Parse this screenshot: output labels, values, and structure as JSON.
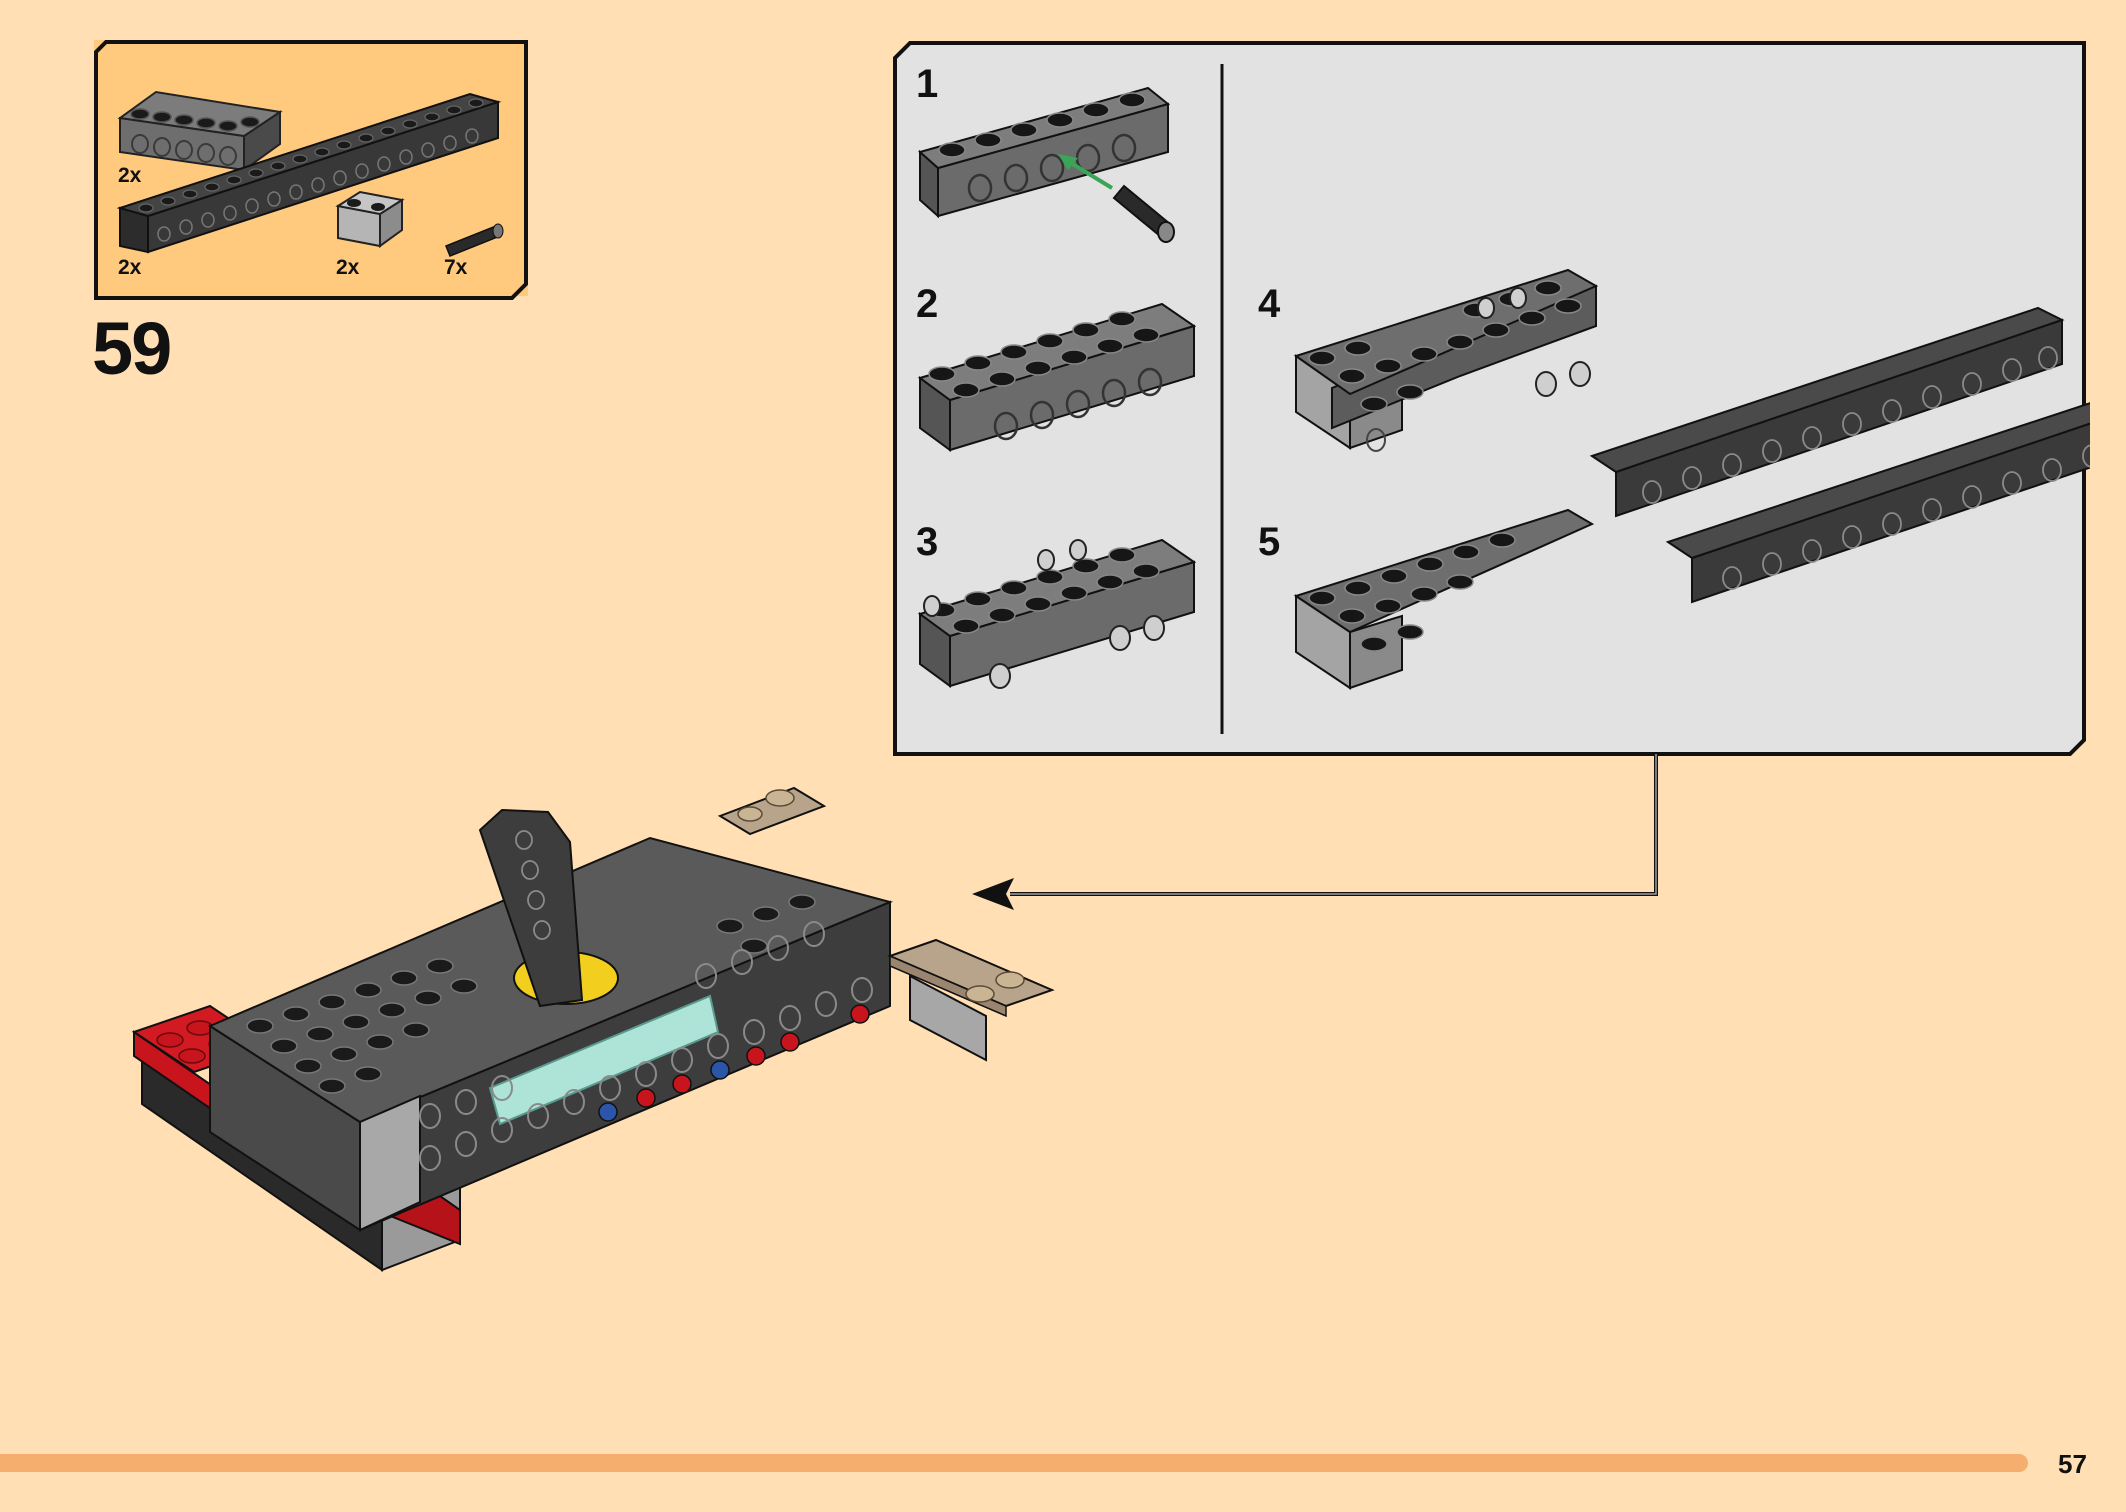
{
  "step": {
    "number": "59"
  },
  "parts_list": {
    "items": [
      {
        "qty": "2x",
        "part": "technic-brick-1x6-dark-grey"
      },
      {
        "qty": "2x",
        "part": "technic-brick-1x16-black"
      },
      {
        "qty": "2x",
        "part": "technic-brick-1x2-light-grey"
      },
      {
        "qty": "7x",
        "part": "friction-pin-black"
      }
    ]
  },
  "sub_assembly": {
    "steps": [
      {
        "number": "1"
      },
      {
        "number": "2"
      },
      {
        "number": "3"
      },
      {
        "number": "4"
      },
      {
        "number": "5"
      }
    ]
  },
  "page": {
    "number": "57"
  },
  "colors": {
    "background": "#ffdfb3",
    "parts_box": "#ffca7e",
    "sub_panel": "#e2e2e2",
    "page_bar": "#f5ae6e",
    "arrow_green": "#3aa557",
    "brick_black": "#2e2e2e",
    "brick_dark_grey": "#646464",
    "brick_light_grey": "#a6a6a6",
    "brick_red": "#c8141c",
    "brick_tan": "#b7a48a",
    "glass_teal": "#aee3d8",
    "accent_yellow": "#f2cf1e"
  }
}
